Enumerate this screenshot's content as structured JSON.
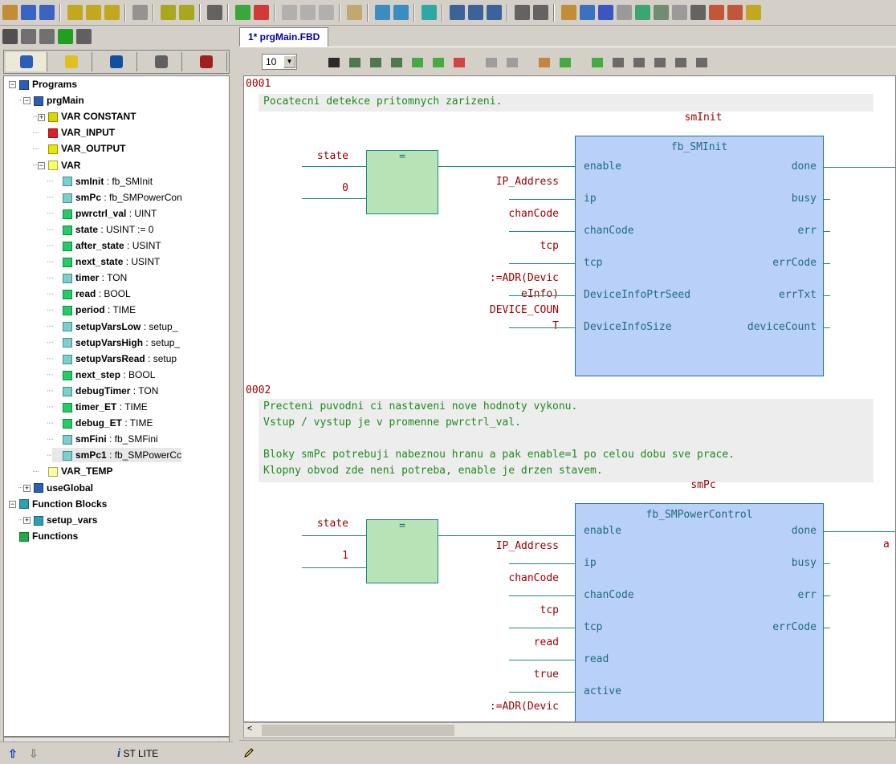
{
  "toolbar": {
    "icons": [
      "open-icon",
      "save-icon",
      "save-all-icon",
      "build-icon",
      "build-all-icon",
      "rebuild-icon",
      "new-file-icon",
      "download-icon",
      "upload-icon",
      "binary-icon",
      "run-icon",
      "stop-icon",
      "step-into-icon",
      "step-over-icon",
      "step-out-icon",
      "edit-icon",
      "import-icon",
      "export-icon",
      "e-icon",
      "window1-icon",
      "window2-icon",
      "window3-icon",
      "layout1-icon",
      "layout2-icon",
      "library-icon",
      "globe-icon",
      "save-disk-icon",
      "view1-icon",
      "chart-icon",
      "grid-icon",
      "view2-icon",
      "calc-icon",
      "network-icon",
      "book-icon",
      "counter-icon"
    ]
  },
  "left_toolbar": {
    "icons": [
      "project-icon",
      "docs-icon",
      "copy-icon",
      "bug-icon",
      "panel-icon"
    ]
  },
  "left_tabs": [
    "programs-tab-icon",
    "blocks-tab-icon",
    "globe-tab-icon",
    "hw-tab-icon",
    "lib-tab-icon"
  ],
  "tree": {
    "nodes": [
      {
        "label": "Programs",
        "type": "",
        "bold": true,
        "level": 0,
        "expander": "−",
        "icon": "#2b5fb5"
      },
      {
        "label": "prgMain",
        "type": "",
        "bold": true,
        "level": 1,
        "expander": "−",
        "icon": "#2b5fb5"
      },
      {
        "label": "VAR CONSTANT",
        "type": "",
        "bold": true,
        "level": 2,
        "expander": "+",
        "icon": "#d8d800"
      },
      {
        "label": "VAR_INPUT",
        "type": "",
        "bold": true,
        "level": 2,
        "expander": "",
        "icon": "#e02020"
      },
      {
        "label": "VAR_OUTPUT",
        "type": "",
        "bold": true,
        "level": 2,
        "expander": "",
        "icon": "#e8e800"
      },
      {
        "label": "VAR",
        "type": "",
        "bold": true,
        "level": 2,
        "expander": "−",
        "icon": "#ffff66"
      },
      {
        "label": "smInit",
        "type": " : fb_SMInit",
        "bold": true,
        "level": 3,
        "expander": "",
        "icon": "#7ad0d0"
      },
      {
        "label": "smPc",
        "type": " : fb_SMPowerCon",
        "bold": true,
        "level": 3,
        "expander": "",
        "icon": "#7ad0d0"
      },
      {
        "label": "pwrctrl_val",
        "type": " : UINT",
        "bold": true,
        "level": 3,
        "expander": "",
        "icon": "#22cc66"
      },
      {
        "label": "state",
        "type": " : USINT := 0",
        "bold": true,
        "level": 3,
        "expander": "",
        "icon": "#22cc66"
      },
      {
        "label": "after_state",
        "type": " : USINT",
        "bold": true,
        "level": 3,
        "expander": "",
        "icon": "#22cc66"
      },
      {
        "label": "next_state",
        "type": " : USINT",
        "bold": true,
        "level": 3,
        "expander": "",
        "icon": "#22cc66"
      },
      {
        "label": "timer",
        "type": " : TON",
        "bold": true,
        "level": 3,
        "expander": "",
        "icon": "#7ad0d0"
      },
      {
        "label": "read",
        "type": " : BOOL",
        "bold": true,
        "level": 3,
        "expander": "",
        "icon": "#22cc66"
      },
      {
        "label": "period",
        "type": " : TIME",
        "bold": true,
        "level": 3,
        "expander": "",
        "icon": "#22cc66"
      },
      {
        "label": "setupVarsLow",
        "type": " : setup_",
        "bold": true,
        "level": 3,
        "expander": "",
        "icon": "#7ad0d0"
      },
      {
        "label": "setupVarsHigh",
        "type": " : setup_",
        "bold": true,
        "level": 3,
        "expander": "",
        "icon": "#7ad0d0"
      },
      {
        "label": "setupVarsRead",
        "type": " : setup",
        "bold": true,
        "level": 3,
        "expander": "",
        "icon": "#7ad0d0"
      },
      {
        "label": "next_step",
        "type": " : BOOL",
        "bold": true,
        "level": 3,
        "expander": "",
        "icon": "#22cc66"
      },
      {
        "label": "debugTimer",
        "type": " : TON",
        "bold": true,
        "level": 3,
        "expander": "",
        "icon": "#7ad0d0"
      },
      {
        "label": "timer_ET",
        "type": " : TIME",
        "bold": true,
        "level": 3,
        "expander": "",
        "icon": "#22cc66"
      },
      {
        "label": "debug_ET",
        "type": " : TIME",
        "bold": true,
        "level": 3,
        "expander": "",
        "icon": "#22cc66"
      },
      {
        "label": "smFini",
        "type": " : fb_SMFini",
        "bold": true,
        "level": 3,
        "expander": "",
        "icon": "#7ad0d0"
      },
      {
        "label": "smPc1",
        "type": " : fb_SMPowerCc",
        "bold": true,
        "level": 3,
        "expander": "",
        "icon": "#7ad0d0"
      },
      {
        "label": "VAR_TEMP",
        "type": "",
        "bold": true,
        "level": 2,
        "expander": "",
        "icon": "#ffff99"
      },
      {
        "label": "useGlobal",
        "type": "",
        "bold": true,
        "level": 1,
        "expander": "+",
        "icon": "#2b5fb5"
      },
      {
        "label": "Function Blocks",
        "type": "",
        "bold": true,
        "level": 0,
        "expander": "−",
        "icon": "#2b9fb5"
      },
      {
        "label": "setup_vars",
        "type": "",
        "bold": true,
        "level": 1,
        "expander": "+",
        "icon": "#2b9fb5"
      },
      {
        "label": "Functions",
        "type": "",
        "bold": true,
        "level": 0,
        "expander": "",
        "icon": "#22aa44"
      }
    ]
  },
  "left_bottom": {
    "label": "ST LITE",
    "up": "⇧",
    "down": "⇩",
    "info": "i"
  },
  "doc_tab": {
    "label": "1* prgMain.FBD"
  },
  "editor_toolbar": {
    "zoom": "10",
    "icons": [
      "pointer-icon",
      "line-icon",
      "jump-icon",
      "return-icon",
      "block-icon",
      "fb-icon",
      "delete-icon",
      "find-icon",
      "find2-icon",
      "undo-icon",
      "redo-icon",
      "settings-icon",
      "table-icon",
      "align1-icon",
      "align2-icon",
      "align3-icon",
      "align4-icon"
    ]
  },
  "diagram": {
    "sections": [
      {
        "number": "0001",
        "comment": "Pocatecni detekce pritomnych zarizeni.",
        "instance": "smInit",
        "compare": {
          "op": "=",
          "in1": "state",
          "in2": "0"
        },
        "fb": {
          "title": "fb_SMInit",
          "inputs": [
            "enable",
            "ip",
            "chanCode",
            "tcp",
            "DeviceInfoPtrSeed",
            "DeviceInfoSize"
          ],
          "outputs": [
            "done",
            "busy",
            "err",
            "errCode",
            "errTxt",
            "deviceCount"
          ]
        },
        "in_vars": [
          "IP_Address",
          "chanCode",
          "tcp",
          ":=ADR(Devic\neInfo)",
          "DEVICE_COUN\nT"
        ]
      },
      {
        "number": "0002",
        "comment": "Precteni puvodni ci nastaveni nove hodnoty vykonu.\nVstup / vystup je v promenne pwrctrl_val.\n\nBloky smPc potrebuji nabeznou hranu a pak enable=1 po celou dobu sve prace.\nKlopny obvod zde neni potreba, enable je drzen stavem.",
        "instance": "smPc",
        "compare": {
          "op": "=",
          "in1": "state",
          "in2": "1"
        },
        "fb": {
          "title": "fb_SMPowerControl",
          "inputs": [
            "enable",
            "ip",
            "chanCode",
            "tcp",
            "read",
            "active"
          ],
          "outputs": [
            "done",
            "busy",
            "err",
            "errCode"
          ]
        },
        "in_vars": [
          "IP_Address",
          "chanCode",
          "tcp",
          "read",
          "true",
          ":=ADR(Devic"
        ],
        "out_label": "a"
      }
    ]
  }
}
